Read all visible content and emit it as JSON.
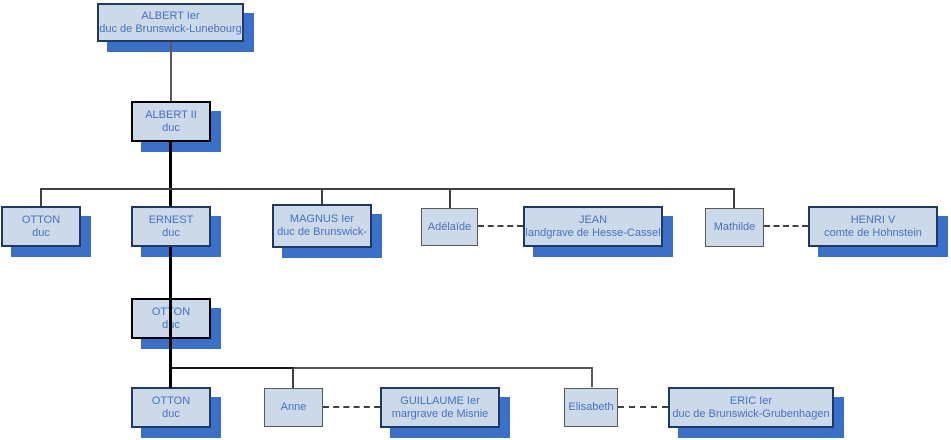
{
  "page": {
    "type": "family-tree-diagram",
    "background": "#ffffff"
  },
  "colors": {
    "node_fill": "#ccd9e8",
    "node_border": "#1f3864",
    "emphasized_node_border": "#000000",
    "spouse_node_border": "#595959",
    "drop_shadow": "#3a70c8",
    "text": "#4472c4",
    "connector": "#404040",
    "main_descent_line": "#000000"
  },
  "nodes": {
    "albert1": {
      "line1": "ALBERT Ier",
      "line2": "duc de Brunswick-Lunebourg"
    },
    "albert2": {
      "line1": "ALBERT II",
      "line2": "duc"
    },
    "otton3": {
      "line1": "OTTON",
      "line2": "duc"
    },
    "ernest": {
      "line1": "ERNEST",
      "line2": "duc"
    },
    "magnus": {
      "line1": "MAGNUS Ier",
      "line2": "duc de Brunswick-"
    },
    "adelaide": {
      "line1": "Adélaïde"
    },
    "jean": {
      "line1": "JEAN",
      "line2": "landgrave de Hesse-Cassel"
    },
    "mathilde": {
      "line1": "Mathilde"
    },
    "henri": {
      "line1": "HENRI V",
      "line2": "comte de Hohnstein"
    },
    "otton4": {
      "line1": "OTTON",
      "line2": "duc"
    },
    "otton5": {
      "line1": "OTTON",
      "line2": "duc"
    },
    "anne": {
      "line1": "Anne"
    },
    "guillaume": {
      "line1": "GUILLAUME Ier",
      "line2": "margrave de Misnie"
    },
    "elisabeth": {
      "line1": "Elisabeth"
    },
    "eric": {
      "line1": "ERIC Ier",
      "line2": "duc de Brunswick-Grubenhagen"
    }
  },
  "edges": {
    "parent_child_solid": [
      [
        "ALBERT Ier",
        "ALBERT II"
      ],
      [
        "ALBERT II",
        "OTTON"
      ],
      [
        "ALBERT II",
        "ERNEST"
      ],
      [
        "ALBERT II",
        "MAGNUS Ier"
      ],
      [
        "ALBERT II",
        "Adélaïde"
      ],
      [
        "ALBERT II",
        "Mathilde"
      ],
      [
        "ERNEST",
        "OTTON"
      ],
      [
        "OTTON",
        "OTTON"
      ],
      [
        "OTTON",
        "Anne"
      ],
      [
        "OTTON",
        "Elisabeth"
      ]
    ],
    "marriage_dashed": [
      [
        "Adélaïde",
        "JEAN"
      ],
      [
        "Mathilde",
        "HENRI V"
      ],
      [
        "Anne",
        "GUILLAUME Ier"
      ],
      [
        "Elisabeth",
        "ERIC Ier"
      ]
    ]
  }
}
